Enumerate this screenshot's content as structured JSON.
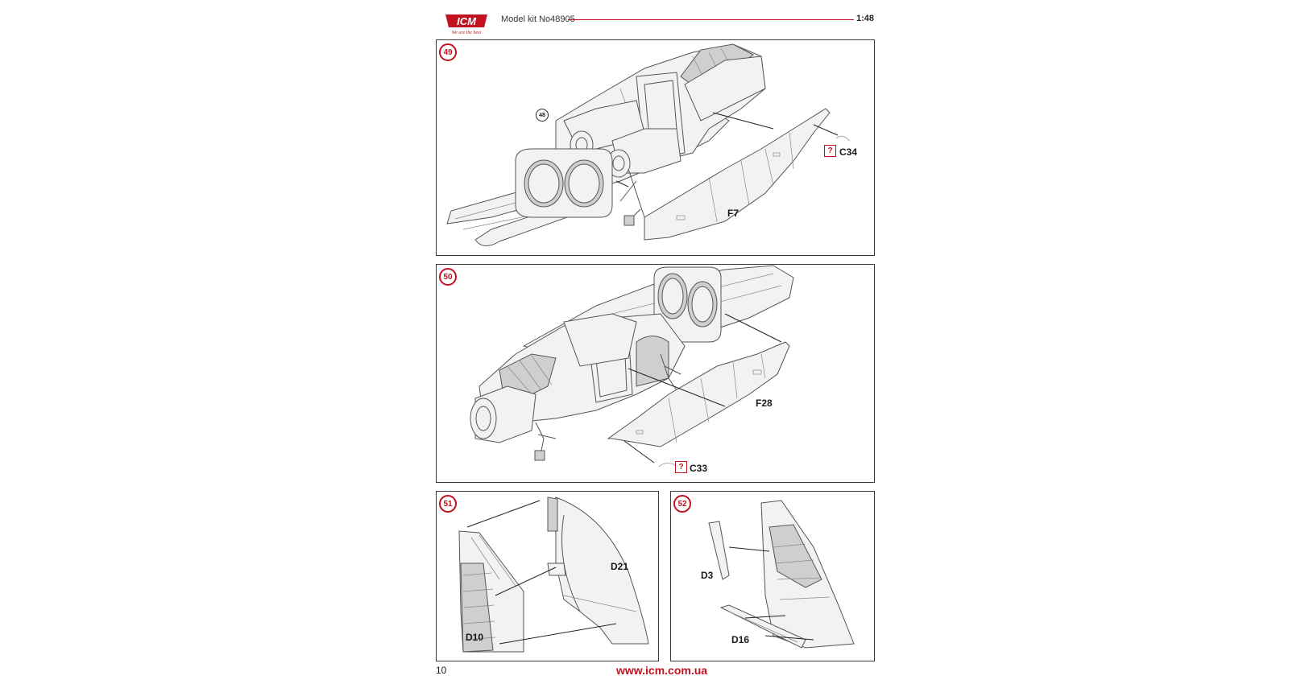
{
  "header": {
    "brand": "ICM",
    "tagline": "We are the best",
    "model_kit": "Model kit No48905",
    "scale": "1:48",
    "brand_color": "#c1121f"
  },
  "steps": [
    {
      "number": "49",
      "ref_step": "48",
      "parts": [
        "F7"
      ],
      "option_part": "C34",
      "option_mark": "?"
    },
    {
      "number": "50",
      "parts": [
        "F28"
      ],
      "option_part": "C33",
      "option_mark": "?"
    },
    {
      "number": "51",
      "parts": [
        "D21",
        "D10"
      ]
    },
    {
      "number": "52",
      "parts": [
        "D3",
        "D16"
      ]
    }
  ],
  "footer": {
    "page_number": "10",
    "website": "www.icm.com.ua"
  }
}
